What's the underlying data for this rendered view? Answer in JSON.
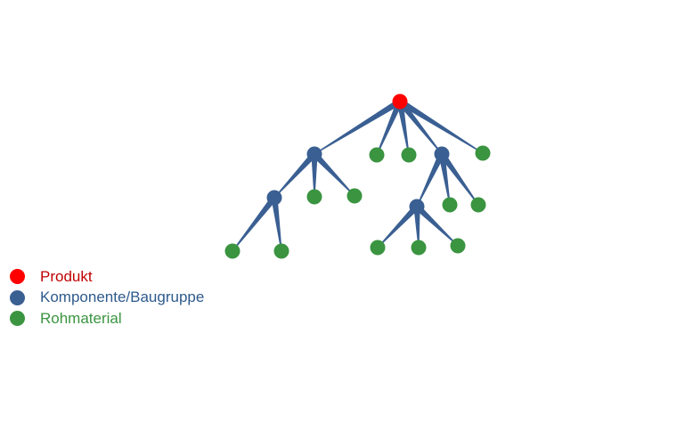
{
  "colors": {
    "produkt": "#ff0000",
    "komponente": "#3a5f92",
    "rohmaterial": "#3a9440",
    "produkt_text": "#c00000",
    "komponente_text": "#2e5a8c",
    "rohmaterial_text": "#3a9440",
    "edge": "#3a5f92"
  },
  "legend": [
    {
      "label": "Produkt",
      "type": "produkt"
    },
    {
      "label": "Komponente/Baugruppe",
      "type": "komponente"
    },
    {
      "label": "Rohmaterial",
      "type": "rohmaterial"
    }
  ],
  "tree": {
    "nodes": [
      {
        "id": "p",
        "type": "produkt"
      },
      {
        "id": "k1",
        "type": "komponente",
        "parent": "p"
      },
      {
        "id": "r1",
        "type": "rohmaterial",
        "parent": "p"
      },
      {
        "id": "r2",
        "type": "rohmaterial",
        "parent": "p"
      },
      {
        "id": "k2",
        "type": "komponente",
        "parent": "p"
      },
      {
        "id": "r3",
        "type": "rohmaterial",
        "parent": "p"
      },
      {
        "id": "k3",
        "type": "komponente",
        "parent": "k1"
      },
      {
        "id": "r4",
        "type": "rohmaterial",
        "parent": "k1"
      },
      {
        "id": "r5",
        "type": "rohmaterial",
        "parent": "k1"
      },
      {
        "id": "r6",
        "type": "rohmaterial",
        "parent": "k3"
      },
      {
        "id": "r7",
        "type": "rohmaterial",
        "parent": "k3"
      },
      {
        "id": "k4",
        "type": "komponente",
        "parent": "k2"
      },
      {
        "id": "r8",
        "type": "rohmaterial",
        "parent": "k2"
      },
      {
        "id": "r9",
        "type": "rohmaterial",
        "parent": "k2"
      },
      {
        "id": "r10",
        "type": "rohmaterial",
        "parent": "k4"
      },
      {
        "id": "r11",
        "type": "rohmaterial",
        "parent": "k4"
      },
      {
        "id": "r12",
        "type": "rohmaterial",
        "parent": "k4"
      }
    ]
  }
}
